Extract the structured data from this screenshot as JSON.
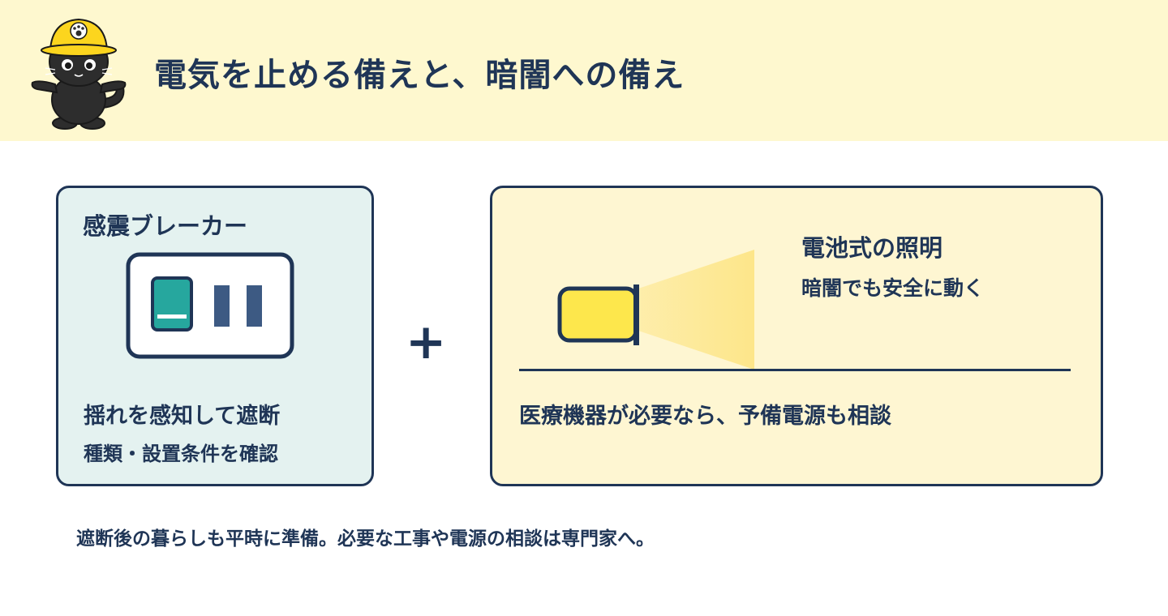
{
  "header": {
    "title": "電気を止める備えと、暗闇への備え"
  },
  "left_card": {
    "title": "感震ブレーカー",
    "line1": "揺れを感知して遮断",
    "line2": "種類・設置条件を確認"
  },
  "connector": {
    "symbol": "+"
  },
  "right_card": {
    "title": "電池式の照明",
    "subtitle": "暗闇でも安全に動く",
    "note": "医療機器が必要なら、予備電源も相談"
  },
  "footer": {
    "text": "遮断後の暮らしも平時に準備。必要な工事や電源の相談は専門家へ。"
  },
  "colors": {
    "navy": "#1f3556",
    "header_bg": "#fef8cf",
    "left_card_bg": "#e4f2f0",
    "right_card_bg": "#fef6d2",
    "teal": "#26a79e",
    "switch_blue": "#3d5a83",
    "flashlight_yellow": "#fde74c",
    "beam_yellow": "#fde68a",
    "helmet_yellow": "#fcd51e"
  },
  "icons": {
    "mascot": "black-cat-mascot-with-yellow-helmet",
    "breaker": "circuit-breaker-icon",
    "flashlight": "flashlight-icon"
  }
}
